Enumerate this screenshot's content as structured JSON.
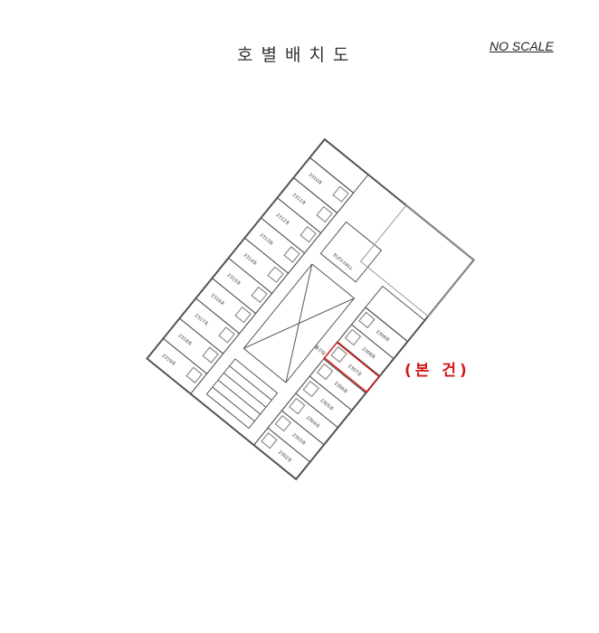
{
  "header": {
    "title": "호별배치도",
    "scale_note": "NO SCALE"
  },
  "plan": {
    "highlight_label": "(본 건)",
    "highlight_color": "#d21a1a",
    "left_units": [
      "2310호",
      "2311호",
      "2312호",
      "2313호",
      "2314호",
      "2315호",
      "2316호",
      "2317호",
      "2318호",
      "2319호"
    ],
    "right_units": [
      "2309호",
      "2308호",
      "2307호",
      "2306호",
      "2305호",
      "2304호",
      "2303호",
      "2302호"
    ],
    "core_labels": {
      "elevator": "ELEV.HALL",
      "utility": "통신실"
    }
  }
}
